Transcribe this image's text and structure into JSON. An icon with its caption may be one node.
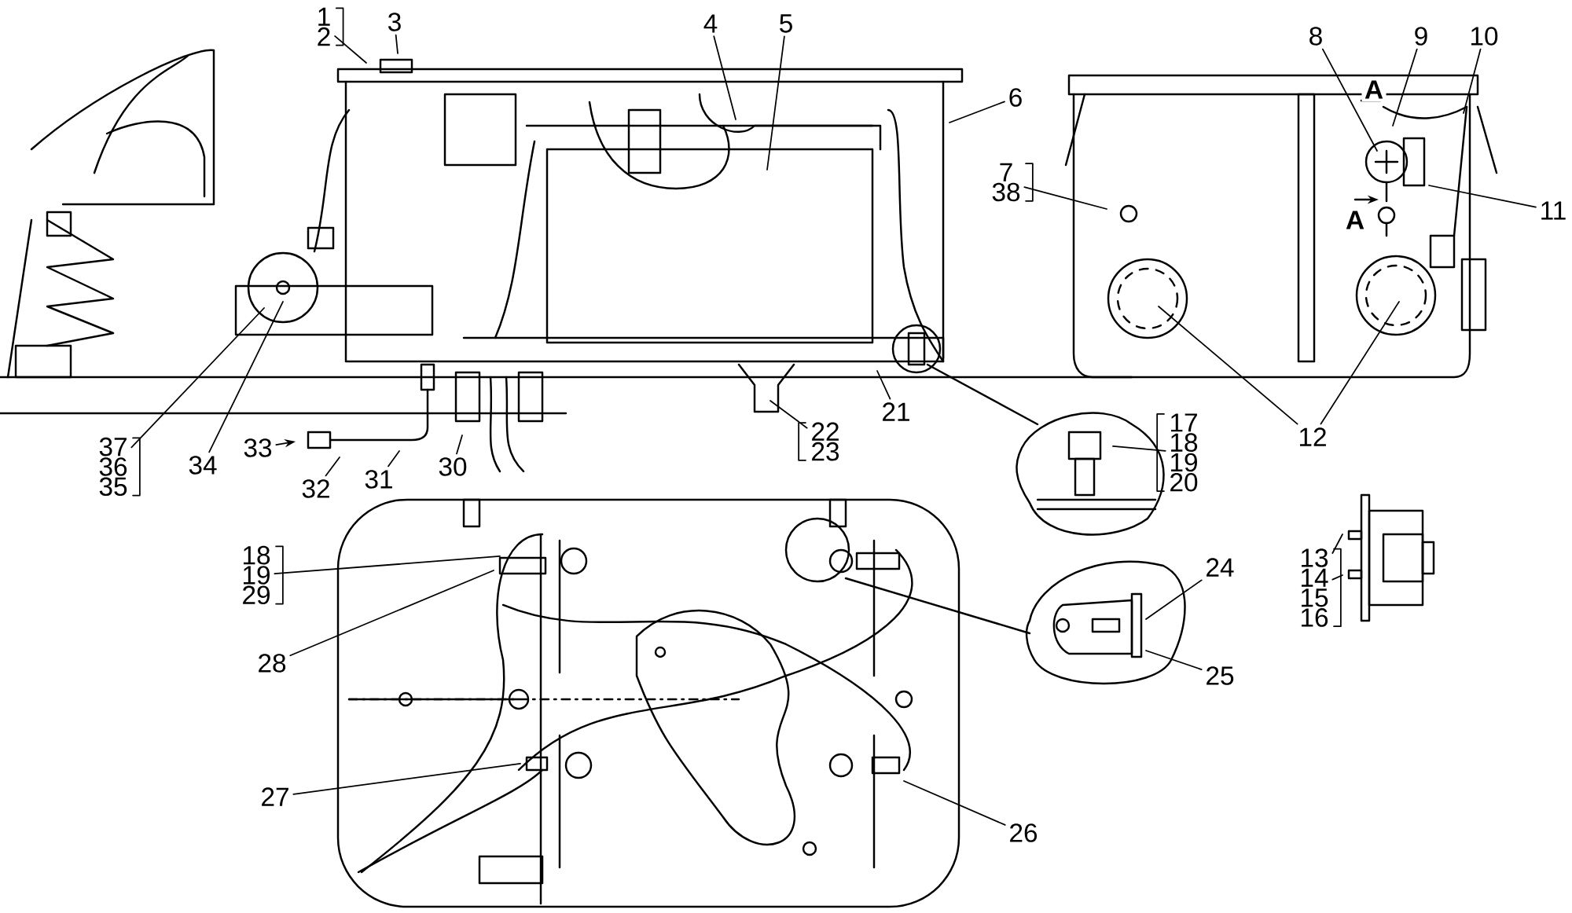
{
  "diagram": {
    "nodes": [
      {
        "text": [
          "1",
          "2"
        ]
      },
      {
        "text": [
          "3"
        ]
      },
      {
        "text": [
          "4"
        ]
      },
      {
        "text": [
          "5"
        ]
      },
      {
        "text": [
          "6"
        ]
      },
      {
        "text": [
          "7",
          "38"
        ]
      },
      {
        "text": [
          "8"
        ]
      },
      {
        "text": [
          "9"
        ]
      },
      {
        "text": [
          "10"
        ]
      },
      {
        "text": [
          "11"
        ]
      },
      {
        "text": [
          "12"
        ]
      },
      {
        "text": [
          "17",
          "18",
          "19",
          "20"
        ]
      },
      {
        "text": [
          "21"
        ]
      },
      {
        "text": [
          "22",
          "23"
        ]
      },
      {
        "text": [
          "30"
        ]
      },
      {
        "text": [
          "31"
        ]
      },
      {
        "text": [
          "32"
        ]
      },
      {
        "text": [
          "33"
        ]
      },
      {
        "text": [
          "34"
        ]
      },
      {
        "text": [
          "37",
          "36",
          "35"
        ]
      },
      {
        "text": [
          "18",
          "19",
          "29"
        ]
      },
      {
        "text": [
          "28"
        ]
      },
      {
        "text": [
          "27"
        ]
      },
      {
        "text": [
          "24"
        ]
      },
      {
        "text": [
          "25"
        ]
      },
      {
        "text": [
          "26"
        ]
      },
      {
        "text": [
          "13",
          "14",
          "15",
          "16"
        ]
      }
    ],
    "edges": [
      {
        "from": 0,
        "to": null,
        "arrow": "none"
      },
      {
        "from": 1,
        "to": null,
        "arrow": "none"
      },
      {
        "from": 2,
        "to": null,
        "arrow": "none"
      },
      {
        "from": 3,
        "to": null,
        "arrow": "none"
      },
      {
        "from": 4,
        "to": null,
        "arrow": "none"
      },
      {
        "from": 5,
        "to": null,
        "arrow": "none"
      },
      {
        "from": 6,
        "to": null,
        "arrow": "none"
      },
      {
        "from": 7,
        "to": null,
        "arrow": "none"
      },
      {
        "from": 8,
        "to": null,
        "arrow": "none"
      },
      {
        "from": 9,
        "to": null,
        "arrow": "none"
      },
      {
        "from": 10,
        "to": null,
        "arrow": "none"
      },
      {
        "from": 10,
        "to": null,
        "arrow": "none"
      },
      {
        "from": 11,
        "to": null,
        "arrow": "none"
      },
      {
        "from": 12,
        "to": null,
        "arrow": "none"
      },
      {
        "from": 13,
        "to": null,
        "arrow": "none"
      },
      {
        "from": 14,
        "to": null,
        "arrow": "none"
      },
      {
        "from": 15,
        "to": null,
        "arrow": "none"
      },
      {
        "from": 16,
        "to": null,
        "arrow": "none"
      },
      {
        "from": 17,
        "to": null,
        "arrow": "to"
      },
      {
        "from": 18,
        "to": null,
        "arrow": "none"
      },
      {
        "from": 19,
        "to": null,
        "arrow": "none"
      },
      {
        "from": 20,
        "to": null,
        "arrow": "none"
      },
      {
        "from": 21,
        "to": null,
        "arrow": "none"
      },
      {
        "from": 22,
        "to": null,
        "arrow": "none"
      },
      {
        "from": 23,
        "to": null,
        "arrow": "none"
      },
      {
        "from": 24,
        "to": null,
        "arrow": "none"
      },
      {
        "from": 25,
        "to": null,
        "arrow": "none"
      },
      {
        "from": 26,
        "to": null,
        "arrow": "none"
      },
      {
        "from": 26,
        "to": null,
        "arrow": "none"
      }
    ],
    "labels": [
      "A",
      "A"
    ]
  }
}
